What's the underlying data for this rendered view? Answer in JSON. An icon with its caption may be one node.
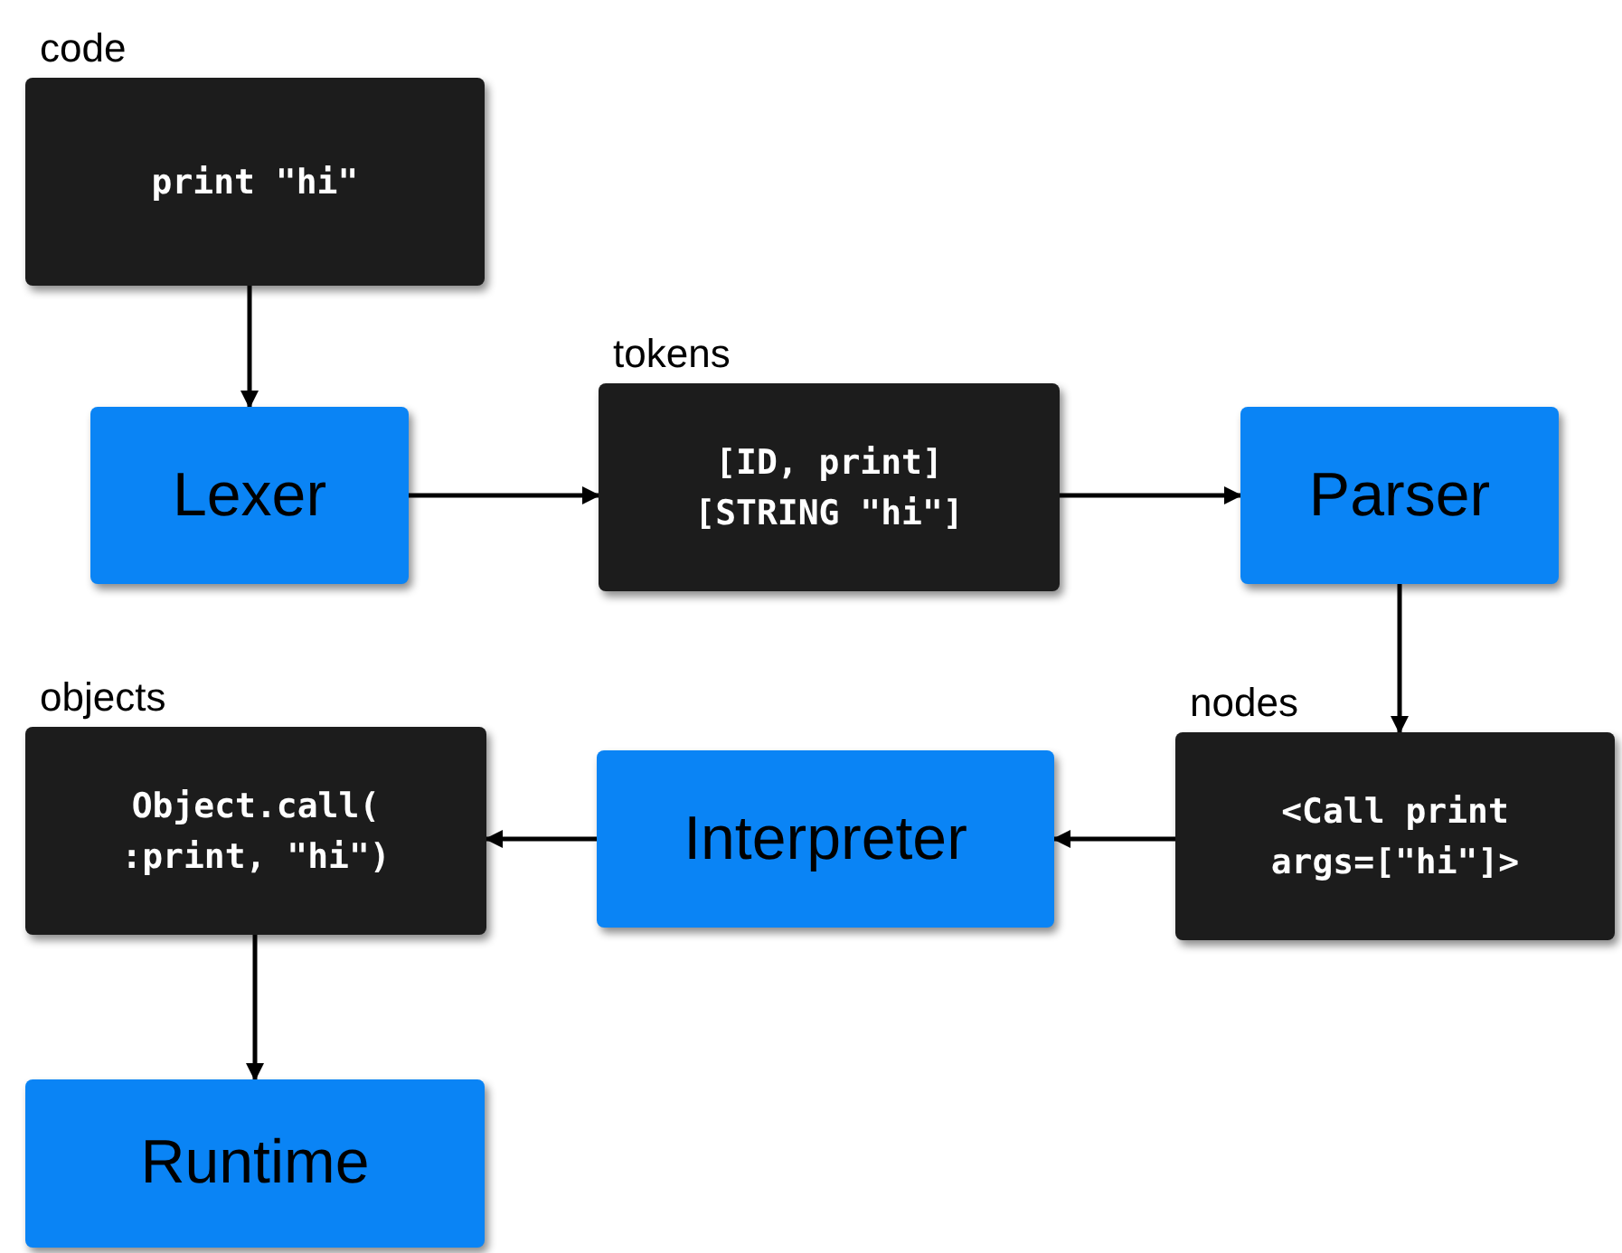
{
  "diagram": {
    "nodes": [
      {
        "text": [
          "code",
          "print \"hi\""
        ]
      },
      {
        "text": [
          "Lexer"
        ]
      },
      {
        "text": [
          "tokens",
          "[ID, print] [STRING \"hi\"]"
        ]
      },
      {
        "text": [
          "Parser"
        ]
      },
      {
        "text": [
          "nodes",
          "<Call print args=[\"hi\"]>"
        ]
      },
      {
        "text": [
          "Interpreter"
        ]
      },
      {
        "text": [
          "objects",
          "Object.call( :print, \"hi\")"
        ]
      },
      {
        "text": [
          "Runtime"
        ]
      }
    ],
    "edges": [
      {
        "from": 0,
        "to": 1,
        "arrow": "to"
      },
      {
        "from": 1,
        "to": 2,
        "arrow": "to"
      },
      {
        "from": 2,
        "to": 3,
        "arrow": "to"
      },
      {
        "from": 3,
        "to": 4,
        "arrow": "to"
      },
      {
        "from": 4,
        "to": 5,
        "arrow": "to"
      },
      {
        "from": 5,
        "to": 6,
        "arrow": "to"
      },
      {
        "from": 6,
        "to": 7,
        "arrow": "to"
      }
    ]
  }
}
